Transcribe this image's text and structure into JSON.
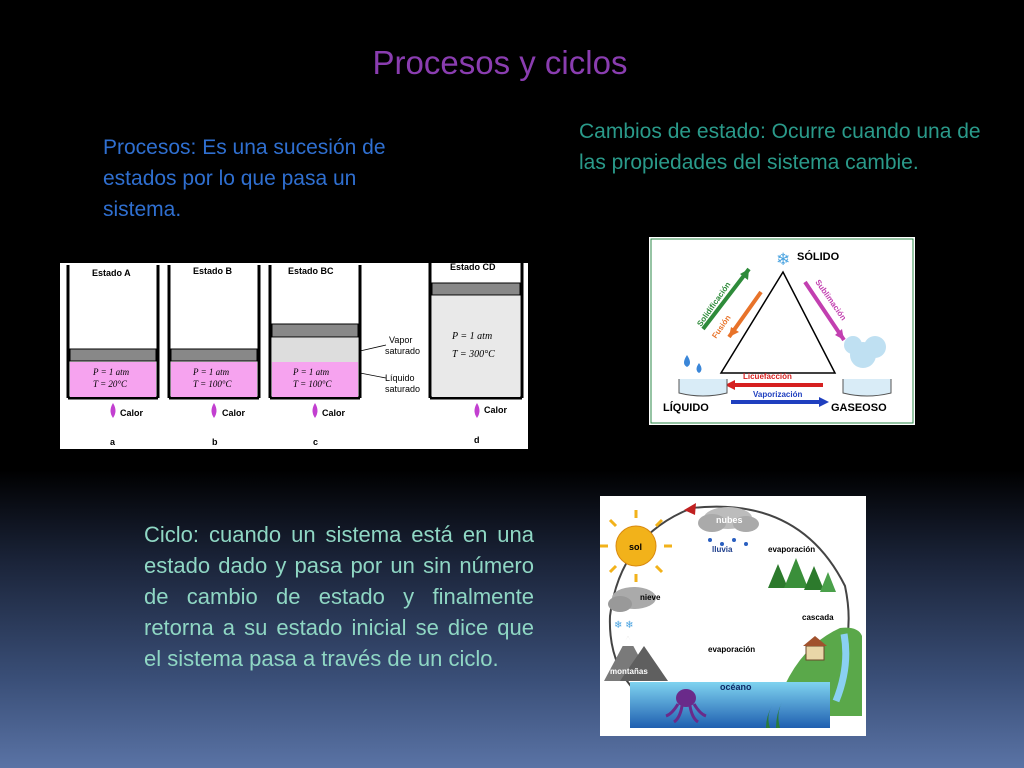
{
  "title": "Procesos y ciclos",
  "procesos_text": "Procesos: Es una sucesión de estados por lo que pasa un sistema.",
  "cambios_text": "Cambios de estado: Ocurre cuando una de las propiedades del sistema cambie.",
  "ciclo_text": "Ciclo: cuando un sistema está en una estado dado y pasa por un sin número de cambio de estado y finalmente retorna a su estado inicial se dice que el sistema pasa a través de un ciclo.",
  "pistons": {
    "states": [
      {
        "label": "Estado A",
        "p": "P = 1 atm",
        "t": "T = 20°C",
        "heat": "Calor",
        "letter": "a"
      },
      {
        "label": "Estado B",
        "p": "P = 1 atm",
        "t": "T = 100°C",
        "heat": "Calor",
        "letter": "b"
      },
      {
        "label": "Estado BC",
        "p": "P = 1 atm",
        "t": "T = 100°C",
        "heat": "Calor",
        "letter": "c"
      },
      {
        "label": "Estado CD",
        "p": "P = 1 atm",
        "t": "T = 300°C",
        "heat": "Calor",
        "letter": "d"
      }
    ],
    "vapor_label_1": "Vapor",
    "vapor_label_2": "saturado",
    "liquid_label_1": "Líquido",
    "liquid_label_2": "saturado"
  },
  "phase": {
    "solido": "SÓLIDO",
    "liquido": "LÍQUIDO",
    "gaseoso": "GASEOSO",
    "solidificacion": "Solidificación",
    "fusion": "Fusión",
    "sublimacion": "Sublimación",
    "licuefaccion": "Licuefacción",
    "vaporizacion": "Vaporización",
    "colors": {
      "solidificacion": "#2e8b3a",
      "fusion": "#e8732a",
      "sublimacion": "#c23fb0",
      "licuefaccion": "#d62020",
      "vaporizacion": "#1f3fbf"
    }
  },
  "cycle": {
    "sol": "sol",
    "nubes": "nubes",
    "lluvia": "lluvia",
    "evaporacion_top": "evaporación",
    "nieve": "nieve",
    "cascada": "cascada",
    "evaporacion_mid": "evaporación",
    "montanas": "montañas",
    "oceano": "océano"
  }
}
